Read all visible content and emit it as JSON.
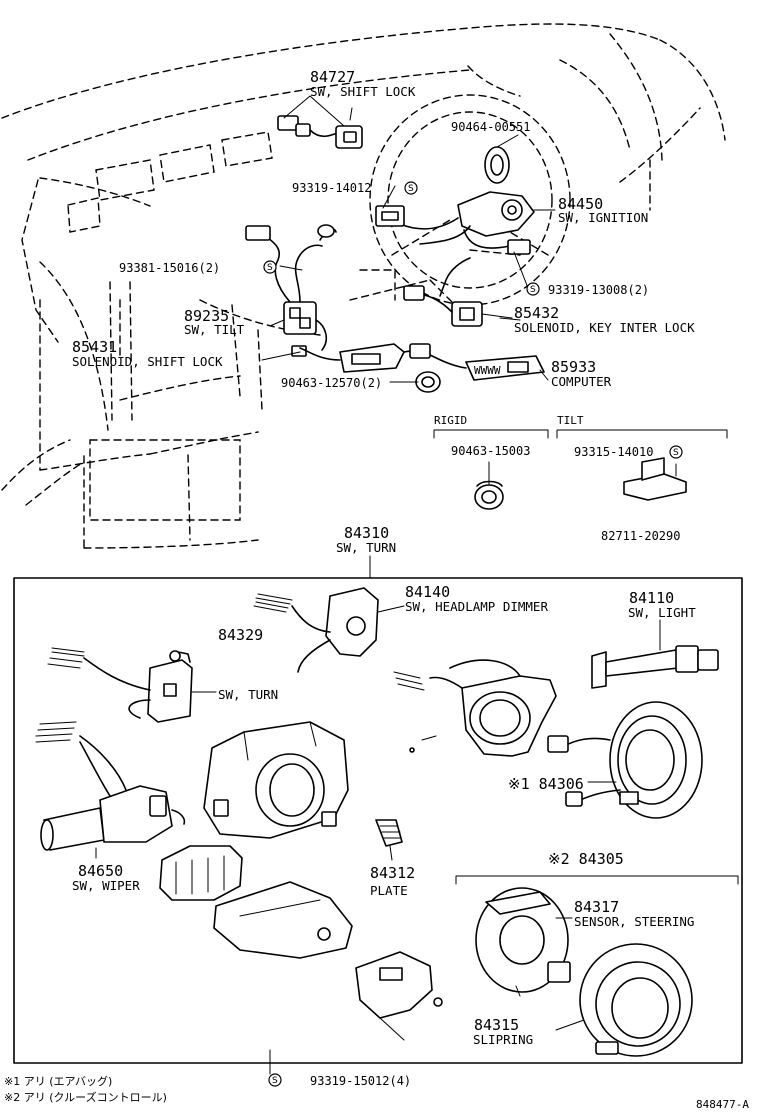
{
  "labels": {
    "l84727_pn": "84727",
    "l84727_nm": "SW, SHIFT LOCK",
    "l90464": "90464-00551",
    "l93319a": "93319-14012",
    "l84450_pn": "84450",
    "l84450_nm": "SW, IGNITION",
    "l93381": "93381-15016(2)",
    "l93319b": "93319-13008(2)",
    "l89235_pn": "89235",
    "l89235_nm": "SW, TILT",
    "l85432_pn": "85432",
    "l85432_nm": "SOLENOID, KEY INTER LOCK",
    "l85431_pn": "85431",
    "l85431_nm": "SOLENOID, SHIFT LOCK",
    "l90463a": "90463-12570(2)",
    "l85933_pn": "85933",
    "l85933_nm": "COMPUTER",
    "rigid": "RIGID",
    "tilt": "TILT",
    "l90463b": "90463-15003",
    "l93315": "93315-14010",
    "l82711": "82711-20290",
    "l84310_pn": "84310",
    "l84310_nm": "SW, TURN",
    "l84140_pn": "84140",
    "l84140_nm": "SW, HEADLAMP DIMMER",
    "l84110_pn": "84110",
    "l84110_nm": "SW, LIGHT",
    "l84329_pn": "84329",
    "l84329_nm": "SW, TURN",
    "l84306_pn": "※1 84306",
    "l84650_pn": "84650",
    "l84650_nm": "SW, WIPER",
    "l84312_pn": "84312",
    "l84312_nm": "PLATE",
    "l84305_pn": "※2 84305",
    "l84317_pn": "84317",
    "l84317_nm": "SENSOR, STEERING",
    "l84315_pn": "84315",
    "l84315_nm": "SLIPRING",
    "l93319c": "93319-15012(4)",
    "note1": "※1 アリ (エアバッグ)",
    "note2": "※2 アリ (クルーズコントロール)",
    "figno": "848477-A",
    "sym": "S"
  }
}
